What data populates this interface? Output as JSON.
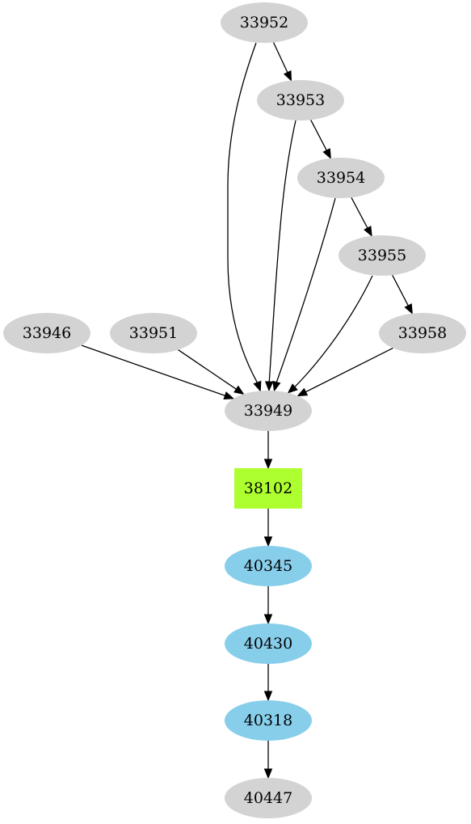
{
  "colors": {
    "default": "#d3d3d3",
    "highlight": "#adff2f",
    "downstream": "#87ceeb",
    "edge": "#000000"
  },
  "nodes": [
    {
      "id": "n33952",
      "label": "33952",
      "shape": "ellipse",
      "color": "#d3d3d3"
    },
    {
      "id": "n33953",
      "label": "33953",
      "shape": "ellipse",
      "color": "#d3d3d3"
    },
    {
      "id": "n33954",
      "label": "33954",
      "shape": "ellipse",
      "color": "#d3d3d3"
    },
    {
      "id": "n33955",
      "label": "33955",
      "shape": "ellipse",
      "color": "#d3d3d3"
    },
    {
      "id": "n33946",
      "label": "33946",
      "shape": "ellipse",
      "color": "#d3d3d3"
    },
    {
      "id": "n33951",
      "label": "33951",
      "shape": "ellipse",
      "color": "#d3d3d3"
    },
    {
      "id": "n33958",
      "label": "33958",
      "shape": "ellipse",
      "color": "#d3d3d3"
    },
    {
      "id": "n33949",
      "label": "33949",
      "shape": "ellipse",
      "color": "#d3d3d3"
    },
    {
      "id": "n38102",
      "label": "38102",
      "shape": "box",
      "color": "#adff2f"
    },
    {
      "id": "n40345",
      "label": "40345",
      "shape": "ellipse",
      "color": "#87ceeb"
    },
    {
      "id": "n40430",
      "label": "40430",
      "shape": "ellipse",
      "color": "#87ceeb"
    },
    {
      "id": "n40318",
      "label": "40318",
      "shape": "ellipse",
      "color": "#87ceeb"
    },
    {
      "id": "n40447",
      "label": "40447",
      "shape": "ellipse",
      "color": "#d3d3d3"
    }
  ],
  "edges": [
    {
      "from": "n33952",
      "to": "n33953"
    },
    {
      "from": "n33952",
      "to": "n33949"
    },
    {
      "from": "n33953",
      "to": "n33954"
    },
    {
      "from": "n33953",
      "to": "n33949"
    },
    {
      "from": "n33954",
      "to": "n33955"
    },
    {
      "from": "n33954",
      "to": "n33949"
    },
    {
      "from": "n33955",
      "to": "n33958"
    },
    {
      "from": "n33955",
      "to": "n33949"
    },
    {
      "from": "n33946",
      "to": "n33949"
    },
    {
      "from": "n33951",
      "to": "n33949"
    },
    {
      "from": "n33958",
      "to": "n33949"
    },
    {
      "from": "n33949",
      "to": "n38102"
    },
    {
      "from": "n38102",
      "to": "n40345"
    },
    {
      "from": "n40345",
      "to": "n40430"
    },
    {
      "from": "n40430",
      "to": "n40318"
    },
    {
      "from": "n40318",
      "to": "n40447"
    }
  ]
}
